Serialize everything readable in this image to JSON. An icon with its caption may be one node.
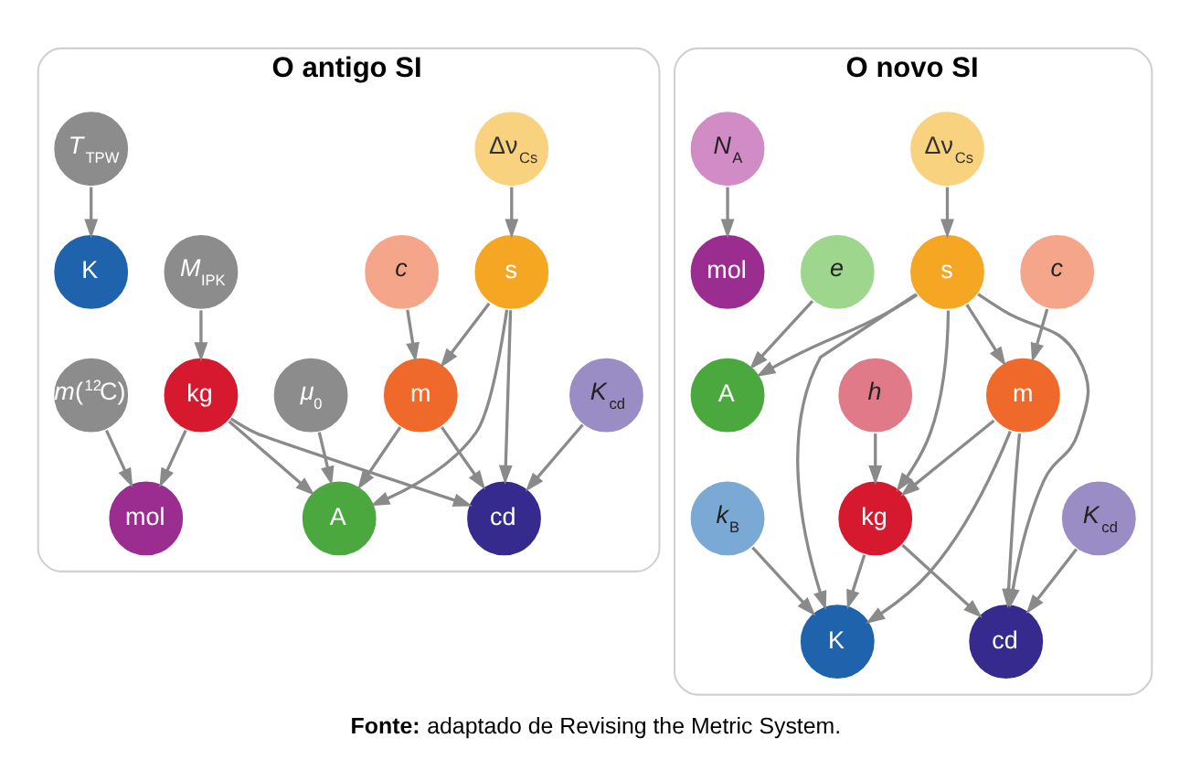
{
  "diagram": {
    "caption": "**Fonte:** adaptado de Revising the Metric System.",
    "nodes": [
      {
        "text": [
          "O antigo SI"
        ]
      },
      {
        "text": [
          "O novo SI"
        ]
      },
      {
        "text": [
          "Δν$_{Cs}$"
        ],
        "in": 0
      },
      {
        "text": [
          "*c*"
        ],
        "in": 0
      },
      {
        "text": [
          "s"
        ],
        "in": 0
      },
      {
        "text": [
          "*M*$_{IPK}$"
        ],
        "in": 0
      },
      {
        "text": [
          "m"
        ],
        "in": 0
      },
      {
        "text": [
          "kg"
        ],
        "in": 0
      },
      {
        "text": [
          "*μ*$_{0}$"
        ],
        "in": 0
      },
      {
        "text": [
          "A"
        ],
        "in": 0
      },
      {
        "text": [
          "mol"
        ],
        "in": 0
      },
      {
        "text": [
          "*m*($^{12}$C)"
        ],
        "in": 0
      },
      {
        "text": [
          "K"
        ],
        "in": 0
      },
      {
        "text": [
          "cd"
        ],
        "in": 0
      },
      {
        "text": [
          "*T*$_{TPW}$"
        ],
        "in": 0
      },
      {
        "text": [
          "*K*$_{cd}$"
        ],
        "in": 0
      },
      {
        "text": [
          "Δν$_{Cs}$"
        ],
        "in": 1
      },
      {
        "text": [
          "*c*"
        ],
        "in": 1
      },
      {
        "text": [
          "s"
        ],
        "in": 1
      },
      {
        "text": [
          "*h*"
        ],
        "in": 1
      },
      {
        "text": [
          "m"
        ],
        "in": 1
      },
      {
        "text": [
          "kg"
        ],
        "in": 1
      },
      {
        "text": [
          "*e*"
        ],
        "in": 1
      },
      {
        "text": [
          "A"
        ],
        "in": 1
      },
      {
        "text": [
          "mol"
        ],
        "in": 1
      },
      {
        "text": [
          "*N*$_{A}$"
        ],
        "in": 1
      },
      {
        "text": [
          "K"
        ],
        "in": 1
      },
      {
        "text": [
          "cd"
        ],
        "in": 1
      },
      {
        "text": [
          "*k*$_{B}$"
        ],
        "in": 1
      },
      {
        "text": [
          "*K*$_{cd}$"
        ],
        "in": 1
      }
    ],
    "edges": [
      {
        "from": 2,
        "to": 4,
        "arrow": "to"
      },
      {
        "from": 3,
        "to": 6,
        "arrow": "to"
      },
      {
        "from": 4,
        "to": 6,
        "arrow": "to"
      },
      {
        "from": 4,
        "to": 9,
        "arrow": "to"
      },
      {
        "from": 4,
        "to": 13,
        "arrow": "to"
      },
      {
        "from": 5,
        "to": 7,
        "arrow": "to"
      },
      {
        "from": 6,
        "to": 9,
        "arrow": "to"
      },
      {
        "from": 6,
        "to": 13,
        "arrow": "to"
      },
      {
        "from": 7,
        "to": 9,
        "arrow": "to"
      },
      {
        "from": 7,
        "to": 10,
        "arrow": "to"
      },
      {
        "from": 7,
        "to": 13,
        "arrow": "to"
      },
      {
        "from": 8,
        "to": 9,
        "arrow": "to"
      },
      {
        "from": 11,
        "to": 10,
        "arrow": "to"
      },
      {
        "from": 14,
        "to": 12,
        "arrow": "to"
      },
      {
        "from": 15,
        "to": 13,
        "arrow": "to"
      },
      {
        "from": 16,
        "to": 18,
        "arrow": "to"
      },
      {
        "from": 17,
        "to": 20,
        "arrow": "to"
      },
      {
        "from": 18,
        "to": 20,
        "arrow": "to"
      },
      {
        "from": 18,
        "to": 21,
        "arrow": "to"
      },
      {
        "from": 19,
        "to": 21,
        "arrow": "to"
      },
      {
        "from": 20,
        "to": 21,
        "arrow": "to"
      },
      {
        "from": 18,
        "to": 23,
        "arrow": "to"
      },
      {
        "from": 18,
        "to": 26,
        "arrow": "to"
      },
      {
        "from": 18,
        "to": 27,
        "arrow": "to"
      },
      {
        "from": 20,
        "to": 26,
        "arrow": "to"
      },
      {
        "from": 20,
        "to": 27,
        "arrow": "to"
      },
      {
        "from": 21,
        "to": 26,
        "arrow": "to"
      },
      {
        "from": 21,
        "to": 27,
        "arrow": "to"
      },
      {
        "from": 22,
        "to": 23,
        "arrow": "to"
      },
      {
        "from": 25,
        "to": 24,
        "arrow": "to"
      },
      {
        "from": 28,
        "to": 26,
        "arrow": "to"
      },
      {
        "from": 29,
        "to": 27,
        "arrow": "to"
      }
    ]
  }
}
